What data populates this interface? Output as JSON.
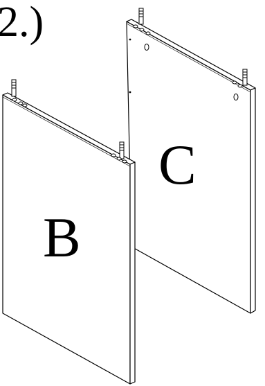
{
  "step": {
    "label": "2.)"
  },
  "panels": [
    {
      "id": "panel-b",
      "label": "B"
    },
    {
      "id": "panel-c",
      "label": "C"
    }
  ],
  "colors": {
    "line": "#000000",
    "fill": "#ffffff"
  }
}
